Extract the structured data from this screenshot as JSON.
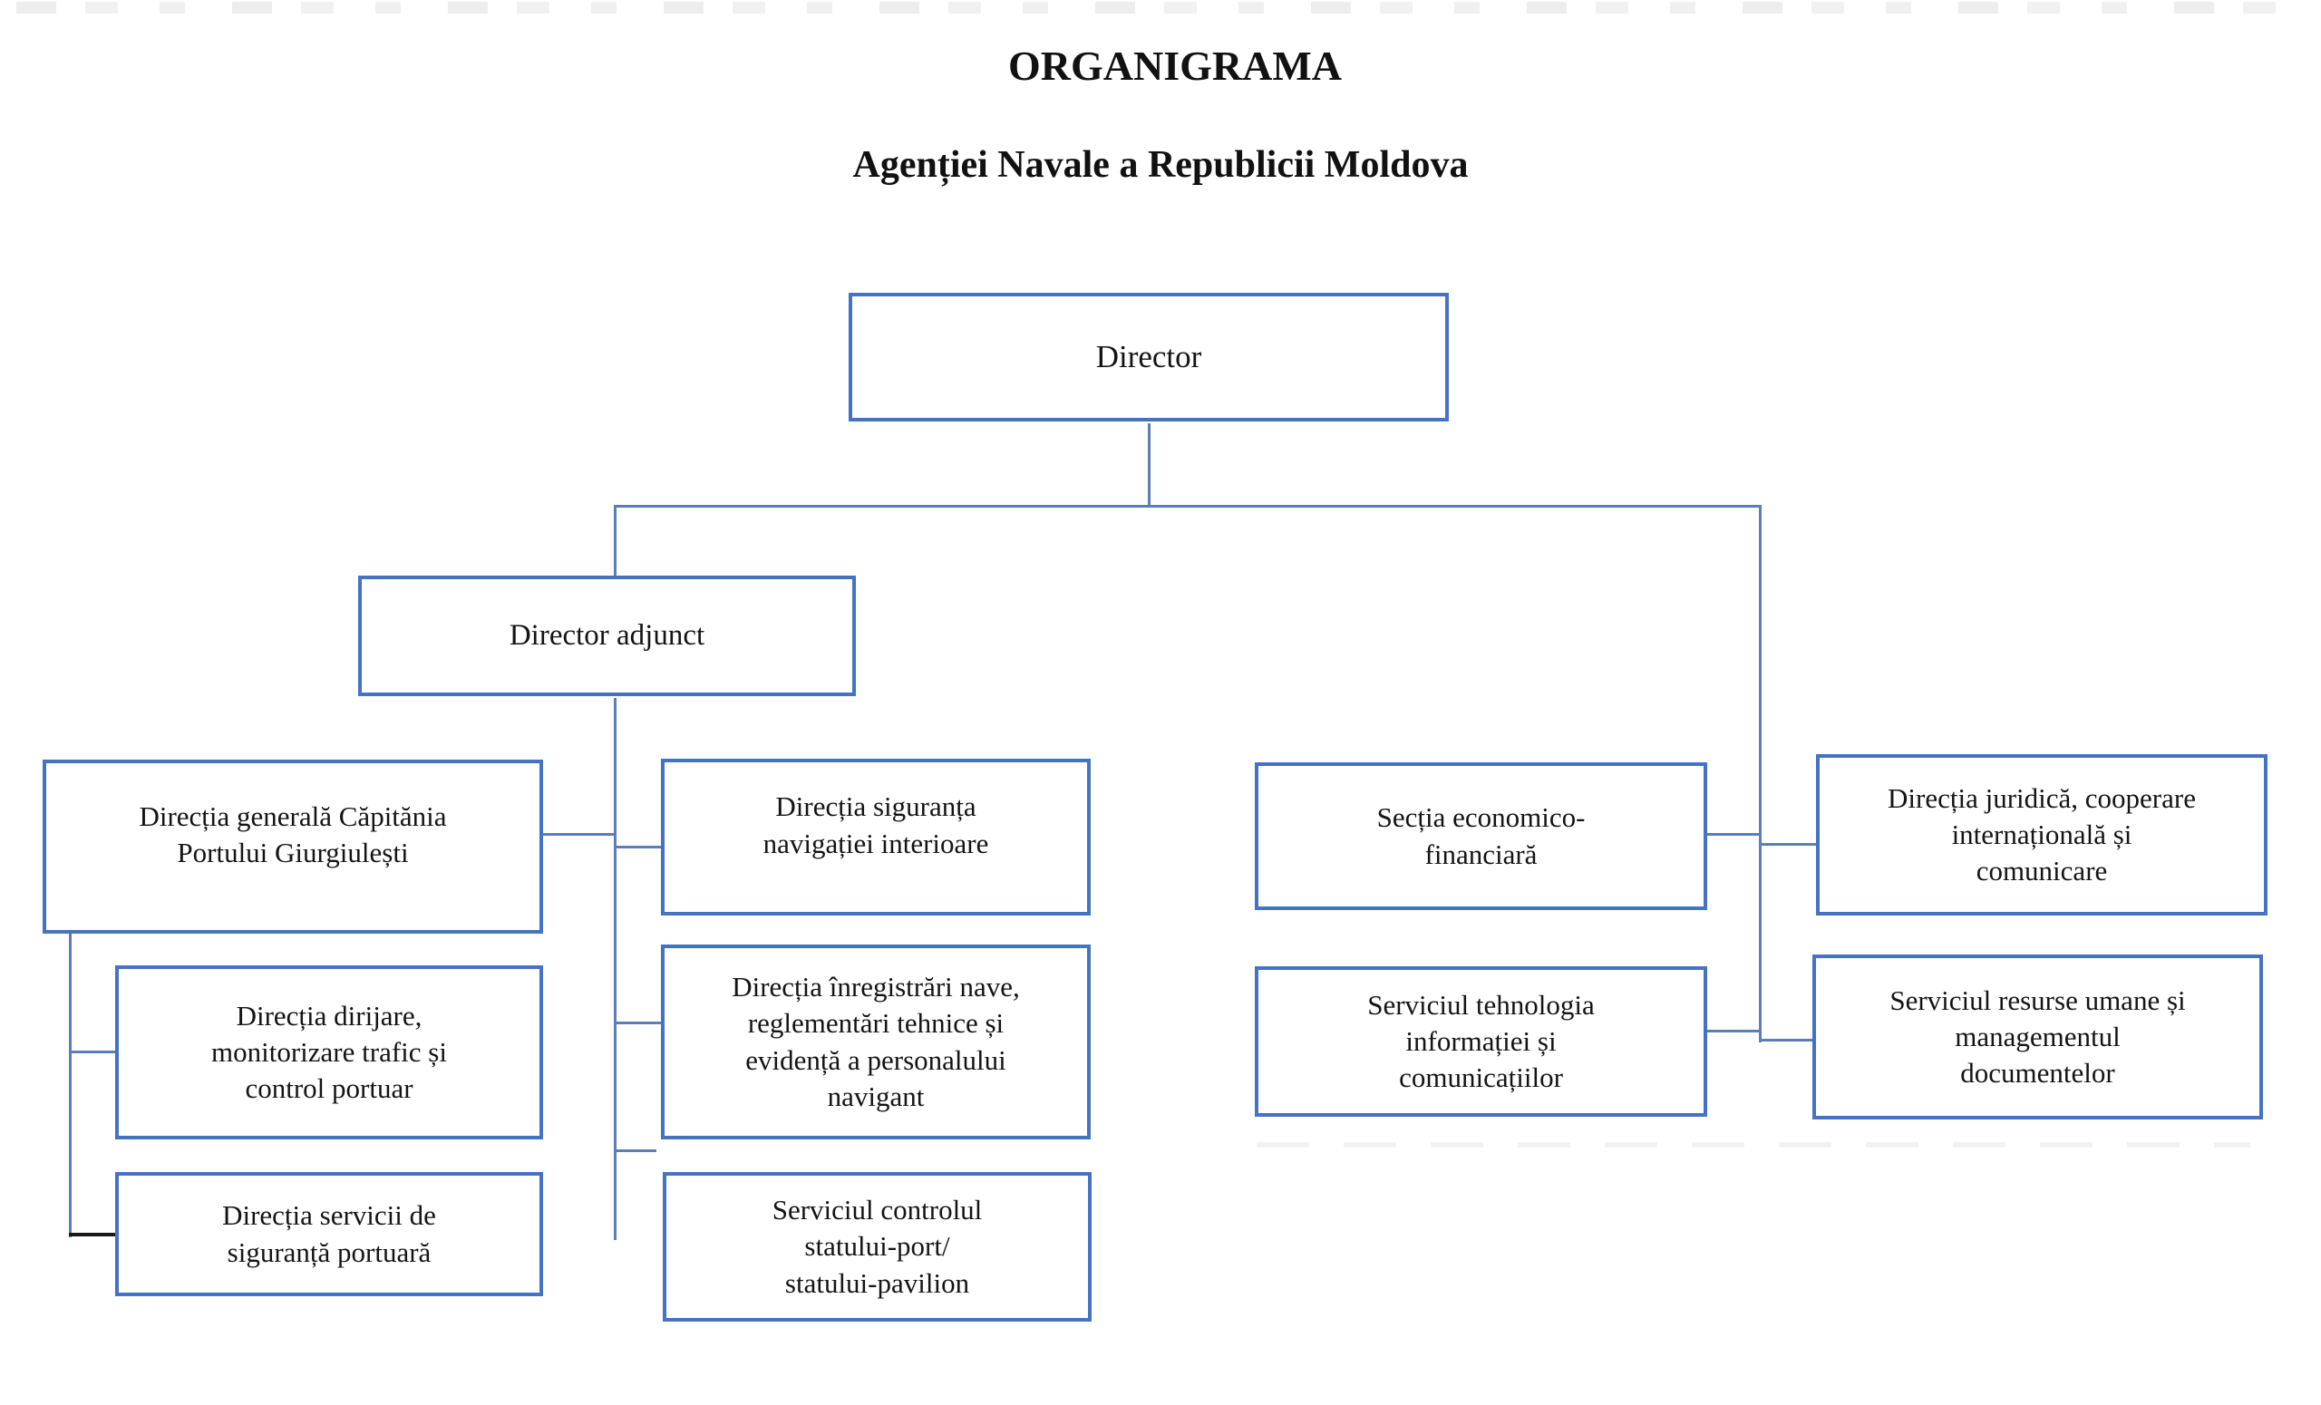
{
  "page": {
    "title": "ORGANIGRAMA",
    "subtitle": "Agenției Navale a Republicii Moldova"
  },
  "colors": {
    "box_border_blue": "#4573C4",
    "connector_blue": "#5C7DB8",
    "connector_black": "#1A1A1A",
    "text": "#141414",
    "background": "#FFFFFF"
  },
  "org_chart": {
    "type": "org-tree",
    "nodes": {
      "director": {
        "label": "Director"
      },
      "director_adjunct": {
        "label": "Director adjunct"
      },
      "generala": {
        "label": "Direcția generală Căpitănia\nPortului Giurgiulești"
      },
      "dirijare": {
        "label": "Direcția dirijare,\nmonitorizare trafic și\ncontrol portuar"
      },
      "servicii": {
        "label": "Direcția servicii de\nsiguranță portuară"
      },
      "siguranta": {
        "label": "Direcția siguranța\nnavigației interioare"
      },
      "inregistrari": {
        "label": "Direcția înregistrări nave,\nreglementări tehnice și\nevidență a personalului\nnavigant"
      },
      "controlul": {
        "label": "Serviciul controlul\nstatului-port/\nstatului-pavilion"
      },
      "sectia": {
        "label": "Secția economico-\nfinanciară"
      },
      "tehnologia": {
        "label": "Serviciul tehnologia\ninformației și\ncomunicațiilor"
      },
      "juridica": {
        "label": "Direcția juridică, cooperare\ninternațională și\ncomunicare"
      },
      "resurse": {
        "label": "Serviciul resurse umane și\nmanagementul\ndocumentelor"
      }
    },
    "edges": [
      [
        "director",
        "director_adjunct"
      ],
      [
        "director_adjunct",
        "generala"
      ],
      [
        "director_adjunct",
        "siguranta"
      ],
      [
        "director_adjunct",
        "inregistrari"
      ],
      [
        "director_adjunct",
        "controlul"
      ],
      [
        "generala",
        "dirijare"
      ],
      [
        "generala",
        "servicii"
      ],
      [
        "director",
        "sectia"
      ],
      [
        "director",
        "juridica"
      ],
      [
        "director",
        "tehnologia"
      ],
      [
        "director",
        "resurse"
      ]
    ]
  }
}
